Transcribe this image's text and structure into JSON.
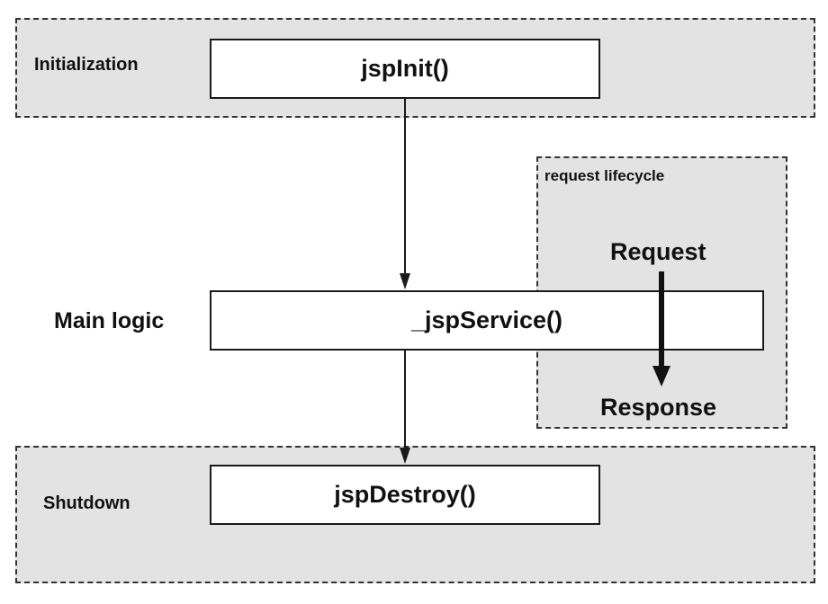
{
  "zones": {
    "initialization": {
      "label": "Initialization"
    },
    "main": {
      "label": "Main logic"
    },
    "shutdown": {
      "label": "Shutdown"
    },
    "request_lifecycle": {
      "label": "request lifecycle",
      "start": "Request",
      "end": "Response"
    }
  },
  "nodes": {
    "init": {
      "label": "jspInit()"
    },
    "service": {
      "label": "_jspService()"
    },
    "destroy": {
      "label": "jspDestroy()"
    }
  },
  "edges": [
    {
      "from": "jspInit()",
      "to": "_jspService()"
    },
    {
      "from": "_jspService()",
      "to": "jspDestroy()"
    },
    {
      "from": "Request",
      "to": "Response"
    }
  ]
}
